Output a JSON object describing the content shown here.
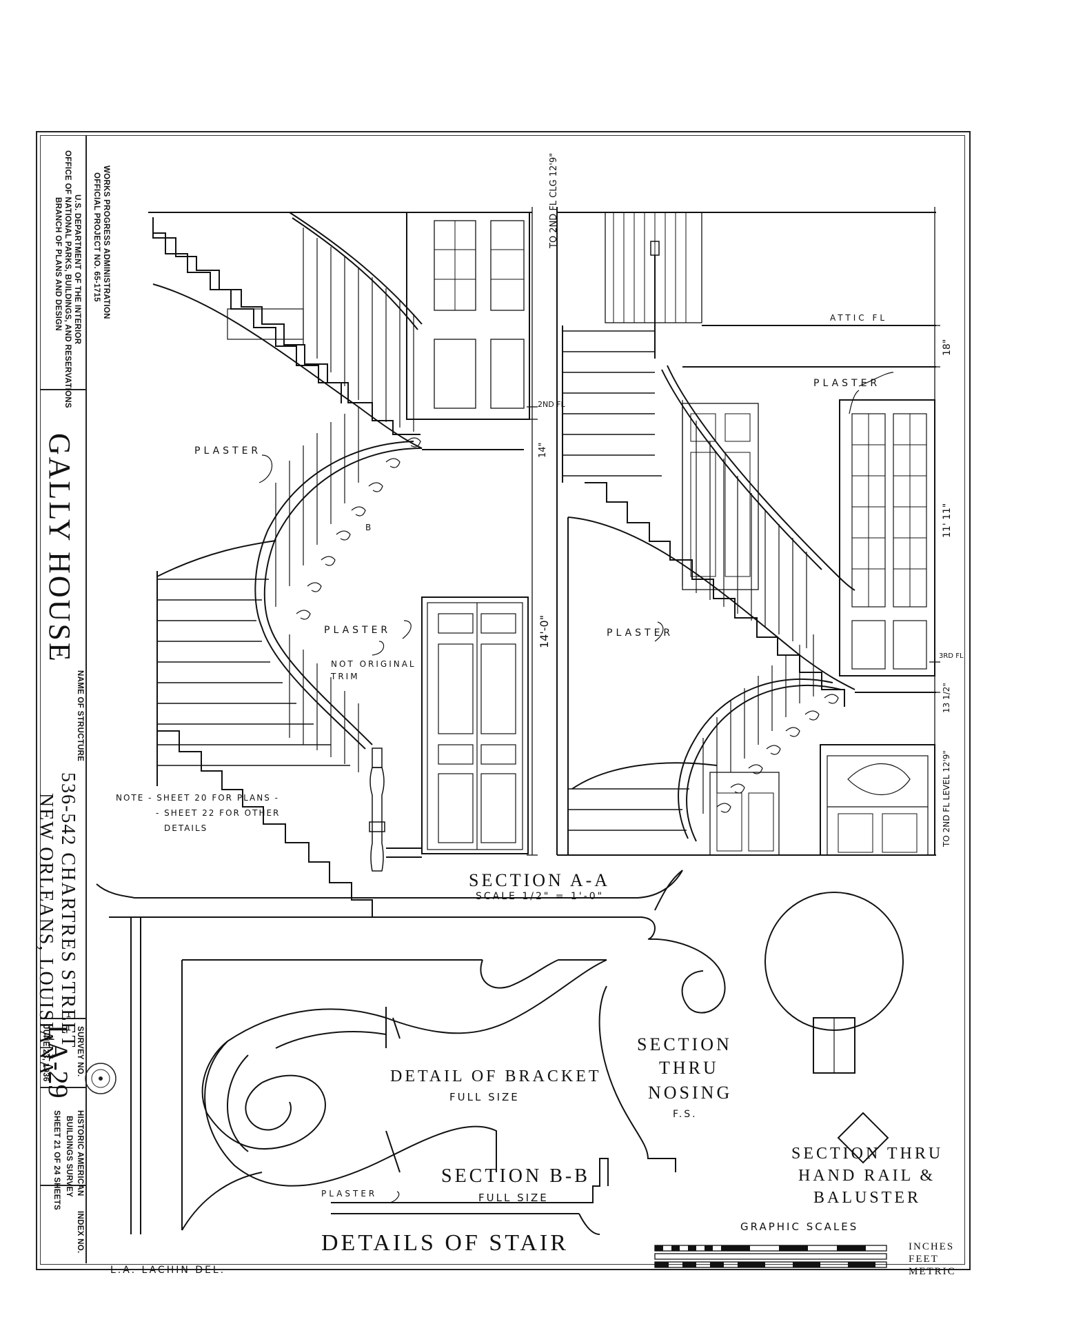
{
  "title_block": {
    "wpa": "WORKS PROGRESS ADMINISTRATION",
    "project": "OFFICIAL PROJECT NO. 65-1715",
    "dept": "U.S. DEPARTMENT OF THE INTERIOR",
    "office": "OFFICE OF NATIONAL PARKS, BUILDINGS, AND RESERVATIONS",
    "branch": "BRANCH OF PLANS AND DESIGN",
    "name_label": "NAME OF STRUCTURE",
    "structure_name": "GALLY HOUSE",
    "address": "536-542 CHARTRES STREET",
    "city": "NEW ORLEANS, LOUISIANA",
    "survey_label": "SURVEY NO.",
    "survey_no": "LA-29",
    "date": "JUNE 23, 1936",
    "habs1": "HISTORIC AMERICAN",
    "habs2": "BUILDINGS SURVEY",
    "sheet": "SHEET 21 OF 24 SHEETS",
    "index": "INDEX NO."
  },
  "annotations": {
    "plaster_1": "PLASTER",
    "plaster_2": "PLASTER",
    "plaster_3": "PLASTER",
    "plaster_4": "PLASTER",
    "plaster_5": "PLASTER",
    "not_original": "NOT ORIGINAL",
    "trim": "TRIM",
    "attic": "ATTIC FL",
    "b_mark": "B",
    "note_1": "NOTE - SHEET 20 FOR PLANS -",
    "note_2": "- SHEET 22 FOR OTHER",
    "note_3": "DETAILS",
    "dim_1": "TO 2ND FL CLG 12'9\"",
    "dim_2": "2ND FL",
    "dim_3": "14\"",
    "dim_4": "14'-0\"",
    "dim_5": "18\"",
    "dim_6": "11' 11\"",
    "dim_7": "3RD FL",
    "dim_8": "13 1/2\"",
    "dim_9": "TO 2ND FL LEVEL 12'9\""
  },
  "captions": {
    "section_aa": "SECTION A-A",
    "section_aa_scale": "SCALE 1/2\" = 1'-0\"",
    "bracket": "DETAIL OF BRACKET",
    "bracket_scale": "FULL SIZE",
    "nosing_1": "SECTION",
    "nosing_2": "THRU",
    "nosing_3": "NOSING",
    "nosing_4": "F.S.",
    "section_bb": "SECTION B-B",
    "section_bb_scale": "FULL SIZE",
    "handrail_1": "SECTION THRU",
    "handrail_2": "HAND RAIL &",
    "handrail_3": "BALUSTER",
    "details": "DETAILS OF STAIR",
    "graphic": "GRAPHIC SCALES",
    "inches": "INCHES",
    "feet": "FEET",
    "metric": "METRIC",
    "author": "L.A. LACHIN DEL."
  }
}
